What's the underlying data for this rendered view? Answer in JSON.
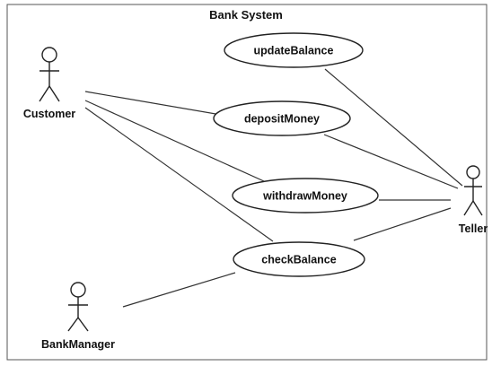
{
  "system": {
    "title": "Bank System"
  },
  "actors": {
    "customer": "Customer",
    "teller": "Teller",
    "bank_manager": "BankManager"
  },
  "use_cases": {
    "update_balance": "updateBalance",
    "deposit_money": "depositMoney",
    "withdraw_money": "withdrawMoney",
    "check_balance": "checkBalance"
  }
}
